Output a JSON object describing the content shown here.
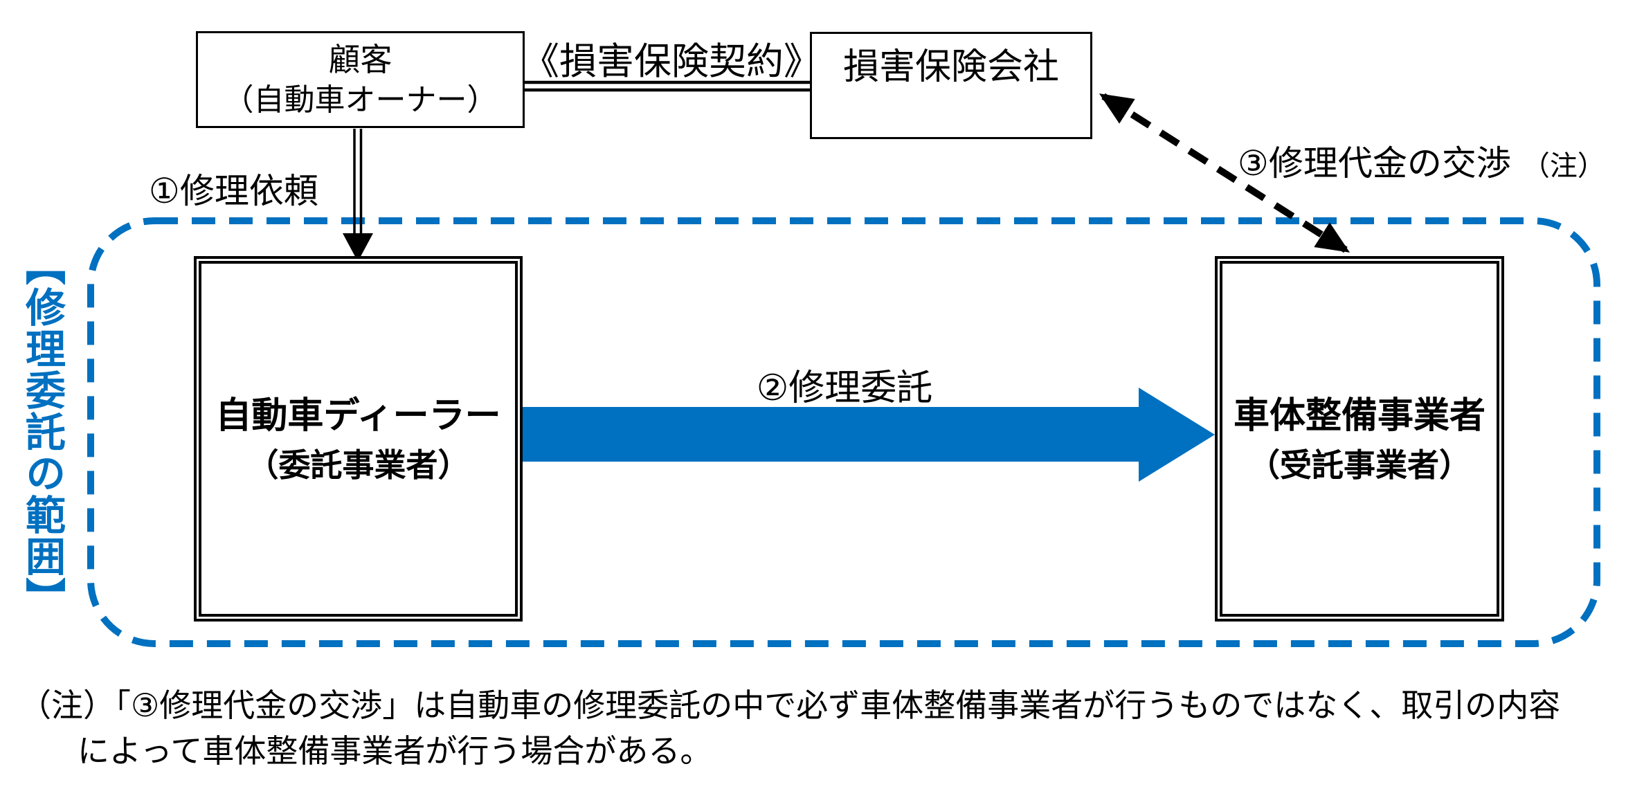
{
  "colors": {
    "accent_blue": "#0070C0",
    "line_black": "#000000"
  },
  "nodes": {
    "customer": {
      "title": "顧客",
      "subtitle": "（自動車オーナー）"
    },
    "insurer": {
      "title": "損害保険会社"
    },
    "dealer": {
      "title": "自動車ディーラー",
      "subtitle": "（委託事業者）"
    },
    "body_shop": {
      "title": "車体整備事業者",
      "subtitle": "（受託事業者）"
    }
  },
  "edges": {
    "contract_label": "《損害保険契約》",
    "step1_label": "①修理依頼",
    "step2_label": "②修理委託",
    "step3_label": "③修理代金の交渉",
    "step3_note_ref": "（注）"
  },
  "scope_label": "【修理委託の範囲】",
  "note": {
    "line1": "（注）「③修理代金の交渉」は自動車の修理委託の中で必ず車体整備事業者が行うものではなく、取引の内容",
    "line2": "によって車体整備事業者が行う場合がある。"
  }
}
